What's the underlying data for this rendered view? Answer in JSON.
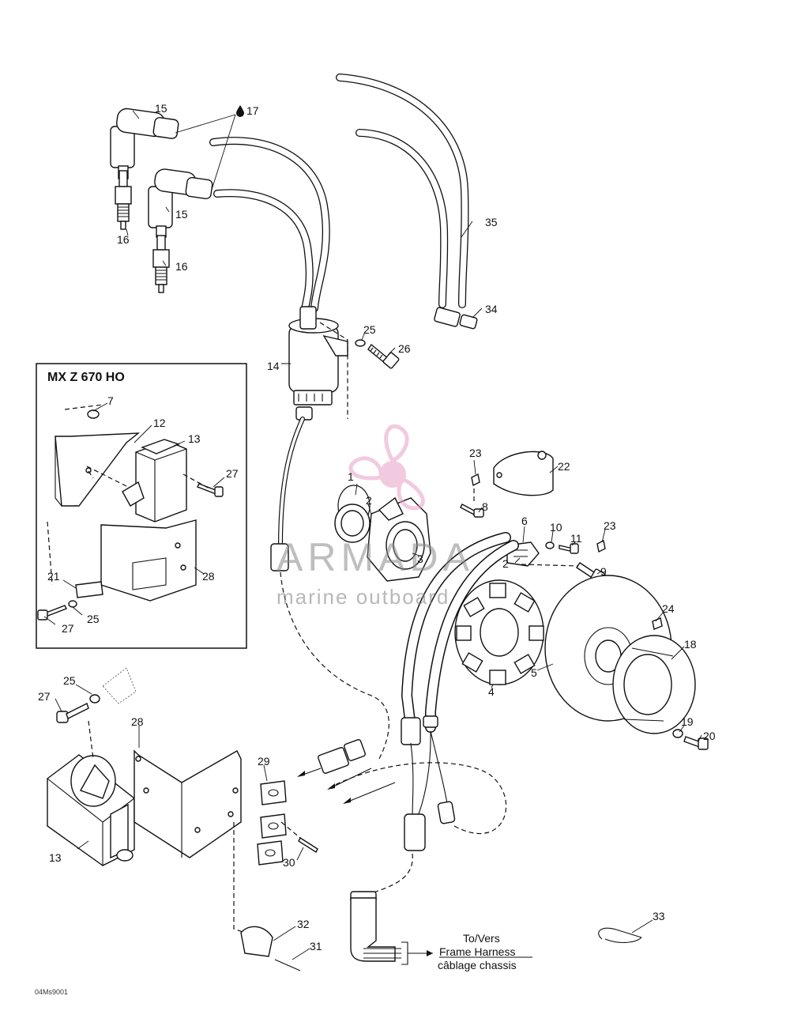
{
  "inset": {
    "title": "MX Z 670 HO"
  },
  "callouts": [
    {
      "id": "c15a",
      "text": "15"
    },
    {
      "id": "c17",
      "text": "17"
    },
    {
      "id": "c15b",
      "text": "15"
    },
    {
      "id": "c16a",
      "text": "16"
    },
    {
      "id": "c16b",
      "text": "16"
    },
    {
      "id": "c35",
      "text": "35"
    },
    {
      "id": "c34",
      "text": "34"
    },
    {
      "id": "c25a",
      "text": "25"
    },
    {
      "id": "c26",
      "text": "26"
    },
    {
      "id": "c14",
      "text": "14"
    },
    {
      "id": "c7",
      "text": "7"
    },
    {
      "id": "c12",
      "text": "12"
    },
    {
      "id": "c13a",
      "text": "13"
    },
    {
      "id": "c27a",
      "text": "27"
    },
    {
      "id": "c21",
      "text": "21"
    },
    {
      "id": "c28a",
      "text": "28"
    },
    {
      "id": "c25b",
      "text": "25"
    },
    {
      "id": "c27b",
      "text": "27"
    },
    {
      "id": "c23a",
      "text": "23"
    },
    {
      "id": "c22",
      "text": "22"
    },
    {
      "id": "c1",
      "text": "1"
    },
    {
      "id": "c2a",
      "text": "2"
    },
    {
      "id": "c8",
      "text": "8"
    },
    {
      "id": "c6",
      "text": "6"
    },
    {
      "id": "c10",
      "text": "10"
    },
    {
      "id": "c11",
      "text": "11"
    },
    {
      "id": "c23b",
      "text": "23"
    },
    {
      "id": "c3",
      "text": "3"
    },
    {
      "id": "c2b",
      "text": "2"
    },
    {
      "id": "c9",
      "text": "9"
    },
    {
      "id": "c24",
      "text": "24"
    },
    {
      "id": "c18",
      "text": "18"
    },
    {
      "id": "c5",
      "text": "5"
    },
    {
      "id": "c4",
      "text": "4"
    },
    {
      "id": "c19",
      "text": "19"
    },
    {
      "id": "c20",
      "text": "20"
    },
    {
      "id": "c25c",
      "text": "25"
    },
    {
      "id": "c27c",
      "text": "27"
    },
    {
      "id": "c28b",
      "text": "28"
    },
    {
      "id": "c29",
      "text": "29"
    },
    {
      "id": "c13b",
      "text": "13"
    },
    {
      "id": "c30",
      "text": "30"
    },
    {
      "id": "c32",
      "text": "32"
    },
    {
      "id": "c31",
      "text": "31"
    },
    {
      "id": "c33",
      "text": "33"
    }
  ],
  "harness_note": {
    "line1": "To/Vers",
    "line2": "Frame Harness",
    "line3": "câblage chassis"
  },
  "figure_code": "04Ms9001",
  "watermark": {
    "brand": "ARMADA",
    "tagline": "marine outboard",
    "color": "#e8a0c8"
  }
}
